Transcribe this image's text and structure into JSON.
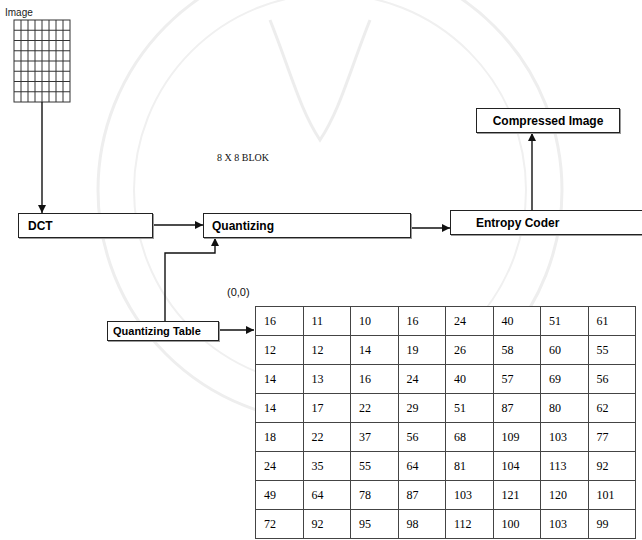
{
  "diagram": {
    "nodes": [
      {
        "text": [
          "Image"
        ]
      },
      {
        "text": [
          "Compressed Image"
        ]
      },
      {
        "text": [
          "DCT"
        ]
      },
      {
        "text": [
          "Quantizing"
        ]
      },
      {
        "text": [
          "Entropy Coder"
        ]
      },
      {
        "text": [
          "Quantizing Table"
        ]
      }
    ],
    "edges": [
      {
        "from": 0,
        "to": 2,
        "arrow": "to"
      },
      {
        "from": 2,
        "to": 3,
        "arrow": "to"
      },
      {
        "from": 3,
        "to": 4,
        "arrow": "to"
      },
      {
        "from": 4,
        "to": 1,
        "arrow": "to"
      },
      {
        "from": 5,
        "to": 3,
        "arrow": "to"
      }
    ],
    "labels": [
      "8 X 8 BLOK",
      "(0,0)",
      "16",
      "11",
      "10",
      "16",
      "24",
      "40",
      "51",
      "61",
      "12",
      "12",
      "14",
      "19",
      "26",
      "58",
      "60",
      "55",
      "14",
      "13",
      "16",
      "24",
      "40",
      "57",
      "69",
      "56",
      "14",
      "17",
      "22",
      "29",
      "51",
      "87",
      "80",
      "62",
      "18",
      "22",
      "37",
      "56",
      "68",
      "109",
      "103",
      "77",
      "24",
      "35",
      "55",
      "64",
      "81",
      "104",
      "113",
      "92",
      "49",
      "64",
      "78",
      "87",
      "103",
      "121",
      "120",
      "101",
      "72",
      "92",
      "95",
      "98",
      "112",
      "100",
      "103",
      "99"
    ]
  }
}
